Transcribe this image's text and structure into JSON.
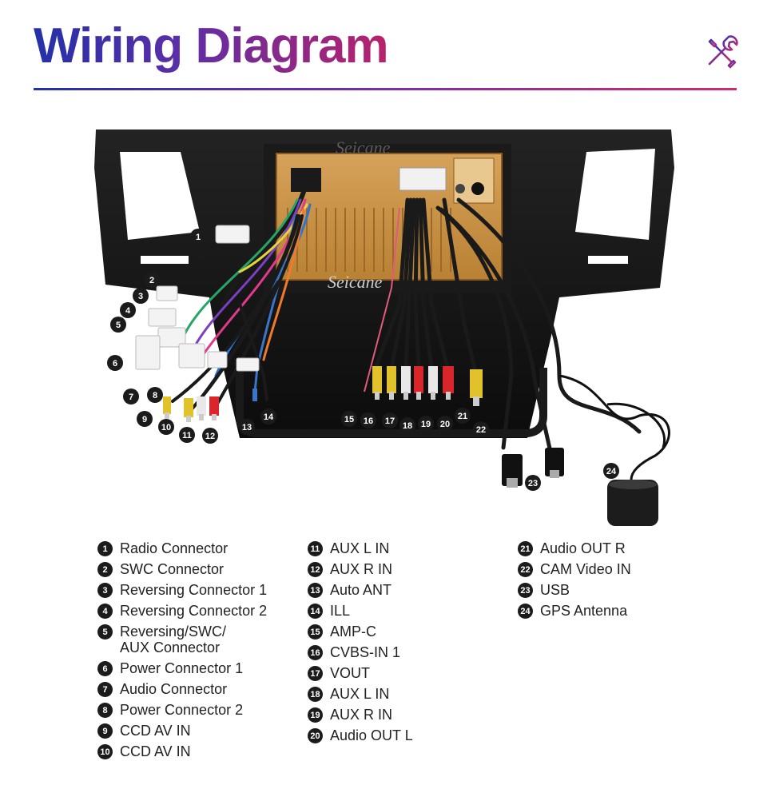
{
  "header": {
    "title": "Wiring Diagram",
    "icon": "tools-icon",
    "colors": {
      "title_start": "#2431a8",
      "title_end": "#b8226c",
      "rule": "#7a2ea6"
    }
  },
  "diagram": {
    "brand_watermark": "Seicane",
    "callouts": [
      "1",
      "2",
      "3",
      "4",
      "5",
      "6",
      "7",
      "8",
      "9",
      "10",
      "11",
      "12",
      "13",
      "14",
      "15",
      "16",
      "17",
      "18",
      "19",
      "20",
      "21",
      "22",
      "23",
      "24"
    ]
  },
  "legend": {
    "col1": [
      {
        "num": "1",
        "label": "Radio Connector"
      },
      {
        "num": "2",
        "label": "SWC Connector"
      },
      {
        "num": "3",
        "label": "Reversing Connector 1"
      },
      {
        "num": "4",
        "label": "Reversing Connector 2"
      },
      {
        "num": "5",
        "label": "Reversing/SWC/\nAUX Connector"
      },
      {
        "num": "6",
        "label": "Power Connector 1"
      },
      {
        "num": "7",
        "label": "Audio Connector"
      },
      {
        "num": "8",
        "label": "Power Connector 2"
      },
      {
        "num": "9",
        "label": "CCD AV IN"
      },
      {
        "num": "10",
        "label": "CCD AV IN"
      }
    ],
    "col2": [
      {
        "num": "11",
        "label": "AUX L IN"
      },
      {
        "num": "12",
        "label": "AUX R IN"
      },
      {
        "num": "13",
        "label": "Auto ANT"
      },
      {
        "num": "14",
        "label": "ILL"
      },
      {
        "num": "15",
        "label": "AMP-C"
      },
      {
        "num": "16",
        "label": "CVBS-IN 1"
      },
      {
        "num": "17",
        "label": "VOUT"
      },
      {
        "num": "18",
        "label": "AUX L IN"
      },
      {
        "num": "19",
        "label": "AUX R IN"
      },
      {
        "num": "20",
        "label": "Audio OUT L"
      }
    ],
    "col3": [
      {
        "num": "21",
        "label": "Audio OUT R"
      },
      {
        "num": "22",
        "label": "CAM Video IN"
      },
      {
        "num": "23",
        "label": "USB"
      },
      {
        "num": "24",
        "label": "GPS Antenna"
      }
    ]
  }
}
